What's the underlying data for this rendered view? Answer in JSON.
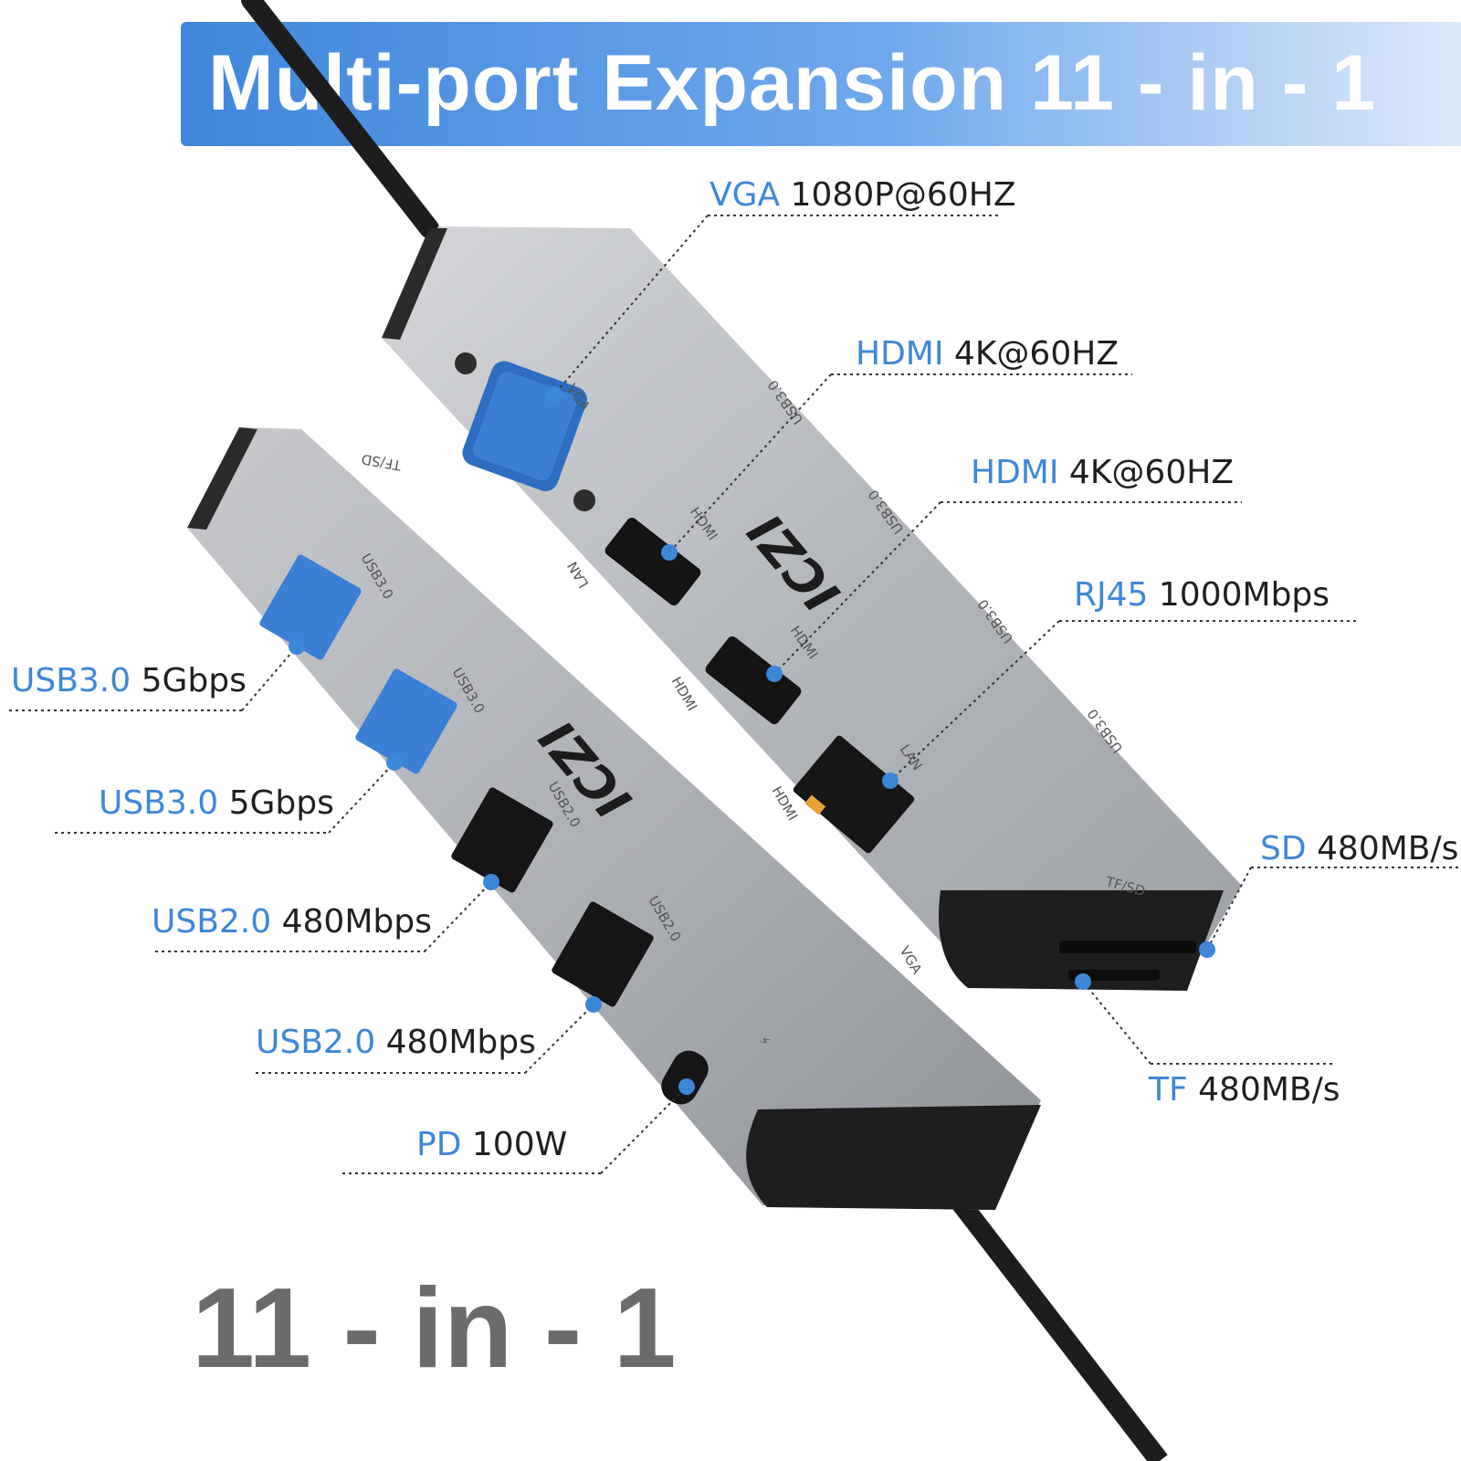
{
  "banner": {
    "title": "Multi-port Expansion 11 - in - 1"
  },
  "caption": "11 - in - 1",
  "brand": "ICZI",
  "colors": {
    "accent": "#3d87d8",
    "banner_start": "#3f86dc",
    "body_silver": "#b9bcc0",
    "caption_gray": "#6b6b6b"
  },
  "port_labels": {
    "tfsd": "TF/SD",
    "usb30": "USB3.0",
    "usb20": "USB2.0",
    "hdmi": "HDMI",
    "lan": "LAN",
    "vga": "VGA",
    "usb_space_30": "USB3.0",
    "lightning": "⚡"
  },
  "callouts": {
    "vga": {
      "port": "VGA",
      "spec": "1080P@60HZ"
    },
    "hdmi_1": {
      "port": "HDMI",
      "spec": "4K@60HZ"
    },
    "hdmi_2": {
      "port": "HDMI",
      "spec": "4K@60HZ"
    },
    "rj45": {
      "port": "RJ45",
      "spec": "1000Mbps"
    },
    "sd": {
      "port": "SD",
      "spec": "480MB/s"
    },
    "tf": {
      "port": "TF",
      "spec": "480MB/s"
    },
    "usb30_1": {
      "port": "USB3.0",
      "spec": "5Gbps"
    },
    "usb30_2": {
      "port": "USB3.0",
      "spec": "5Gbps"
    },
    "usb20_1": {
      "port": "USB2.0",
      "spec": "480Mbps"
    },
    "usb20_2": {
      "port": "USB2.0",
      "spec": "480Mbps"
    },
    "pd": {
      "port": "PD",
      "spec": "100W"
    }
  }
}
